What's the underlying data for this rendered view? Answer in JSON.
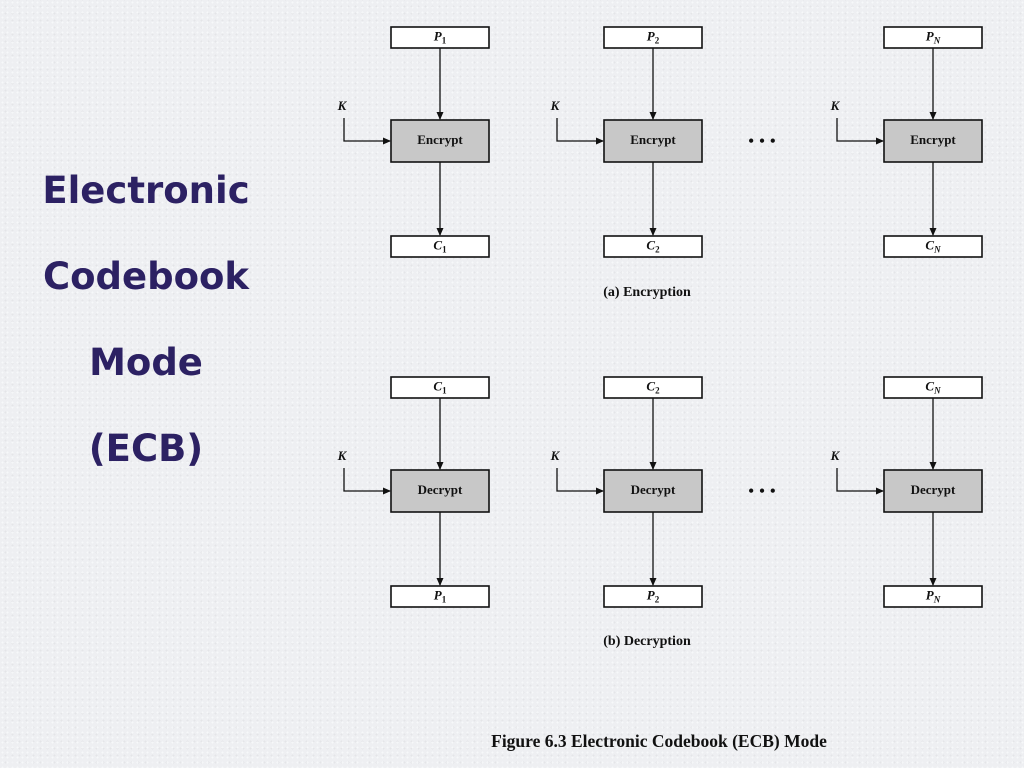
{
  "slide": {
    "title_lines": [
      "Electronic",
      "Codebook",
      "Mode",
      "(ECB)"
    ]
  },
  "figure": {
    "caption": "Figure 6.3  Electronic Codebook (ECB) Mode",
    "key_label": "K",
    "ellipsis": "• • •",
    "encryption": {
      "subcaption": "(a) Encryption",
      "operation": "Encrypt",
      "columns": [
        {
          "in_var": "P",
          "in_sub": "1",
          "out_var": "C",
          "out_sub": "1"
        },
        {
          "in_var": "P",
          "in_sub": "2",
          "out_var": "C",
          "out_sub": "2"
        },
        {
          "in_var": "P",
          "in_sub": "N",
          "out_var": "C",
          "out_sub": "N"
        }
      ]
    },
    "decryption": {
      "subcaption": "(b) Decryption",
      "operation": "Decrypt",
      "columns": [
        {
          "in_var": "C",
          "in_sub": "1",
          "out_var": "P",
          "out_sub": "1"
        },
        {
          "in_var": "C",
          "in_sub": "2",
          "out_var": "P",
          "out_sub": "2"
        },
        {
          "in_var": "C",
          "in_sub": "N",
          "out_var": "P",
          "out_sub": "N"
        }
      ]
    },
    "colors": {
      "process_box": "#c8c8c8",
      "title_text": "#2c2163"
    }
  }
}
